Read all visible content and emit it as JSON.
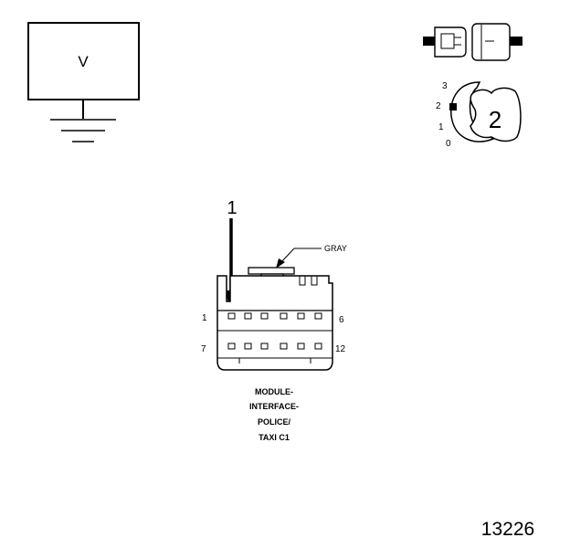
{
  "meter": {
    "label": "V"
  },
  "ignition_switch": {
    "positions": [
      "3",
      "2",
      "1",
      "0"
    ],
    "key_label": "2"
  },
  "callout": {
    "number": "1"
  },
  "connector": {
    "color_label": "GRAY",
    "pin_start_top": "1",
    "pin_end_top": "6",
    "pin_start_bottom": "7",
    "pin_end_bottom": "12",
    "name_lines": [
      "MODULE-",
      "INTERFACE-",
      "POLICE/",
      "TAXI C1"
    ]
  },
  "figure_number": "13226"
}
